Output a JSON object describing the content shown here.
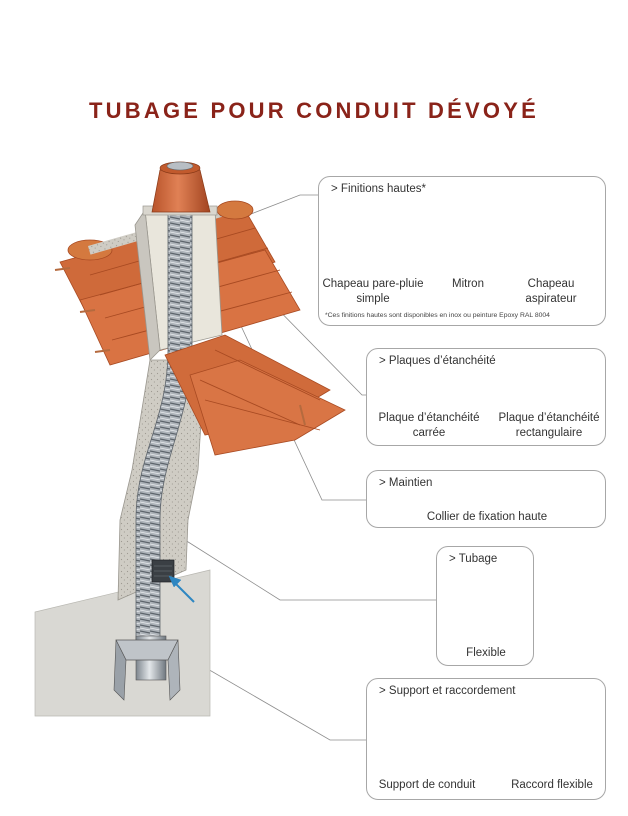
{
  "title": "TUBAGE POUR CONDUIT DÉVOYÉ",
  "groups": [
    {
      "heading": "Finitions hautes*",
      "items": [
        "Chapeau pare-pluie simple",
        "Mitron",
        "Chapeau aspirateur"
      ],
      "note": "*Ces finitions hautes sont disponibles en inox ou peinture Epoxy RAL 8004"
    },
    {
      "heading": "Plaques d’étanchéité",
      "items": [
        "Plaque d’étanchéité carrée",
        "Plaque d’étanchéité rectangulaire"
      ]
    },
    {
      "heading": "Maintien",
      "items": [
        "Collier de fixation haute"
      ]
    },
    {
      "heading": "Tubage",
      "items": [
        "Flexible"
      ]
    },
    {
      "heading": "Support et raccordement",
      "items": [
        "Support de conduit",
        "Raccord flexible"
      ]
    }
  ],
  "prefix": "> ",
  "colors": {
    "title": "#8a2319",
    "terracotta": "#cf6a3a",
    "terracotta_dark": "#a84a22",
    "concrete": "#c9c6bf",
    "wall": "#d9d8d3",
    "steel": "#9aa1a8",
    "arrow": "#2e86c1",
    "border": "#a7a7a7"
  }
}
